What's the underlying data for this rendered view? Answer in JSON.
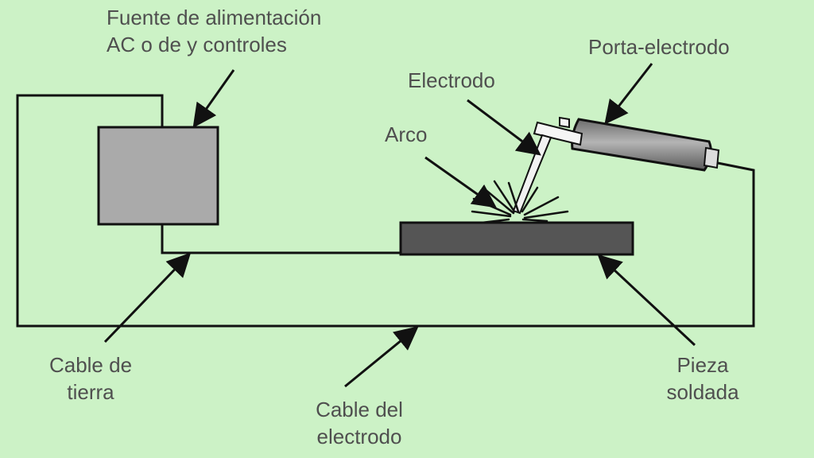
{
  "labels": {
    "power_source": [
      "Fuente de alimentación",
      "AC o de y controles"
    ],
    "electrode_holder": "Porta-electrodo",
    "electrode": "Electrodo",
    "arc": "Arco",
    "ground_cable": [
      "Cable de",
      "tierra"
    ],
    "workpiece": [
      "Pieza",
      "soldada"
    ],
    "electrode_cable": [
      "Cable del",
      "electrodo"
    ]
  },
  "colors": {
    "background": "#ccf2c6",
    "line": "#111111",
    "text": "#4f4f4f",
    "power_box": "#aaaaaa",
    "workpiece": "#555555",
    "holder": "#8a8a8a"
  }
}
